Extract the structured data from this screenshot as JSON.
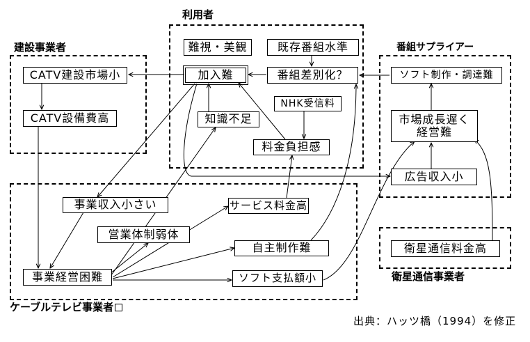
{
  "groups": {
    "users": "利用者",
    "construction": "建設事業者",
    "suppliers": "番組サプライアー",
    "cable_operators": "ケーブルテレビ事業者",
    "satellite": "衛星通信事業者"
  },
  "boxes": {
    "difficult_viewing": "難視・美観",
    "existing_program_level": "既存番組水準",
    "subscription_difficulty": "加入難",
    "program_differentiation": "番組差別化？",
    "lack_of_knowledge": "知識不足",
    "nhk_fee": "NHK受信料",
    "fee_burden": "料金負担感",
    "catv_market_small": "CATV建設市場小",
    "catv_equipment_cost": "CATV設備費高",
    "software_production": "ソフト制作・調達難",
    "slow_market_growth": "市場成長遅く\n経営難",
    "ad_revenue_small": "広告収入小",
    "business_revenue_small": "事業収入小さい",
    "service_fee_high": "サービス料金高",
    "weak_sales": "営業体制弱体",
    "own_production_difficult": "自主制作難",
    "business_difficulty": "事業経営困難",
    "software_payment_small": "ソフト支払額小",
    "satellite_fee_high": "衛星通信料金高"
  },
  "source": "出典：ハッツ橋（1994）を修正"
}
